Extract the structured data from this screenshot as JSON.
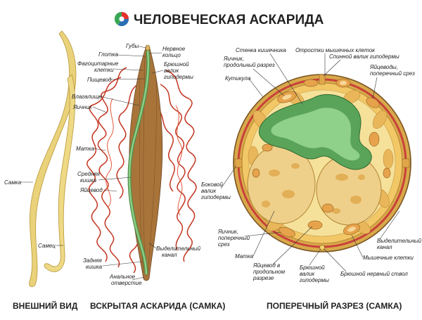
{
  "title": "ЧЕЛОВЕЧЕСКАЯ АСКАРИДА",
  "colors": {
    "accent_red": "#e6312c",
    "accent_blue": "#2a6fb5",
    "accent_green": "#3aa655",
    "worm": "#e9d27a",
    "body_brown": "#a8743a",
    "gut_green": "#6fb16b",
    "tissue": "#e8c37a"
  },
  "sections": {
    "external": "ВНЕШНИЙ ВИД",
    "opened": "ВСКРЫТАЯ АСКАРИДА (САМКА)",
    "cross": "ПОПЕРЕЧНЫЙ РАЗРЕЗ (САМКА)"
  },
  "external_labels": {
    "female": "Самка",
    "male": "Самец"
  },
  "opened_labels": {
    "lips": "Губы",
    "nerve_ring_1": "Нервное",
    "nerve_ring_2": "кольцо",
    "pharynx": "Глотка",
    "phago_1": "Фагоцитарные",
    "phago_2": "клетки",
    "esophagus": "Пищевод",
    "ventral_1": "Брюшной",
    "ventral_2": "валик",
    "ventral_3": "гиподермы",
    "vagina": "Влагалище",
    "ovary": "Яичник",
    "uterus": "Матка",
    "midgut_1": "Средняя",
    "midgut_2": "кишка",
    "oviduct": "Яйцевод",
    "hindgut_1": "Задняя",
    "hindgut_2": "кишка",
    "excretory_1": "Выделительный",
    "excretory_2": "канал",
    "anal_1": "Анальное",
    "anal_2": "отверстие"
  },
  "cross_labels": {
    "gut_wall": "Стенка кишечника",
    "muscle_proc": "Отростки мышечных клеток",
    "dorsal_hypo": "Спинной валик гиподермы",
    "ovary_long_1": "Яичник,",
    "ovary_long_2": "продольный разрез",
    "oviduct_cross_1": "Яйцеводы,",
    "oviduct_cross_2": "поперечный срез",
    "cuticle": "Кутикула",
    "lateral_1": "Боковой",
    "lateral_2": "валик",
    "lateral_3": "гиподермы",
    "ovary_cross_1": "Яичник,",
    "ovary_cross_2": "поперечный",
    "ovary_cross_3": "срез",
    "uterus": "Матка",
    "oviduct_long_1": "Яйцевод в",
    "oviduct_long_2": "продольном",
    "oviduct_long_3": "разрезе",
    "ventral_1": "Брюшной",
    "ventral_2": "валик",
    "ventral_3": "гиподермы",
    "ventral_nerve": "Брюшной нервный ствол",
    "muscle_cells": "Мышечные клетки",
    "excretory_1": "Выделительный",
    "excretory_2": "канал"
  }
}
